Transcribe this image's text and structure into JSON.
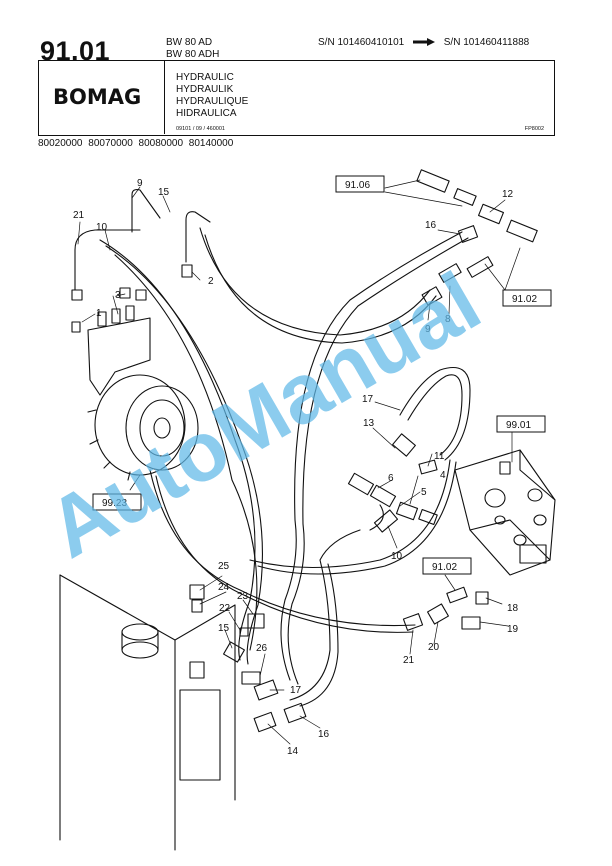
{
  "header": {
    "page_number": "91.01",
    "models": [
      "BW 80 AD",
      "BW 80 ADH"
    ],
    "serial_from": "S/N 101460410101",
    "serial_to": "S/N 101460411888",
    "brand": "BOMAG",
    "titles": [
      "HYDRAULIC",
      "HYDRAULIK",
      "HYDRAULIQUE",
      "HIDRAULICA"
    ],
    "doc_ref": "09101 / 09 / 460001",
    "figure_ref": "FP8002",
    "part_numbers": "80020000  80070000  80080000  80140000"
  },
  "diagram": {
    "callouts": [
      "1",
      "2",
      "3",
      "4",
      "5",
      "6",
      "8",
      "9",
      "9",
      "10",
      "10",
      "11",
      "12",
      "13",
      "14",
      "15",
      "15",
      "16",
      "16",
      "17",
      "17",
      "18",
      "19",
      "20",
      "21",
      "21",
      "22",
      "23",
      "24",
      "25",
      "26"
    ],
    "ref_boxes": [
      "91.06",
      "91.02",
      "99.01",
      "99.23",
      "91.02"
    ]
  },
  "watermark": "AutoManual",
  "colors": {
    "ink": "#111111",
    "watermark": "#5fb8e8"
  }
}
